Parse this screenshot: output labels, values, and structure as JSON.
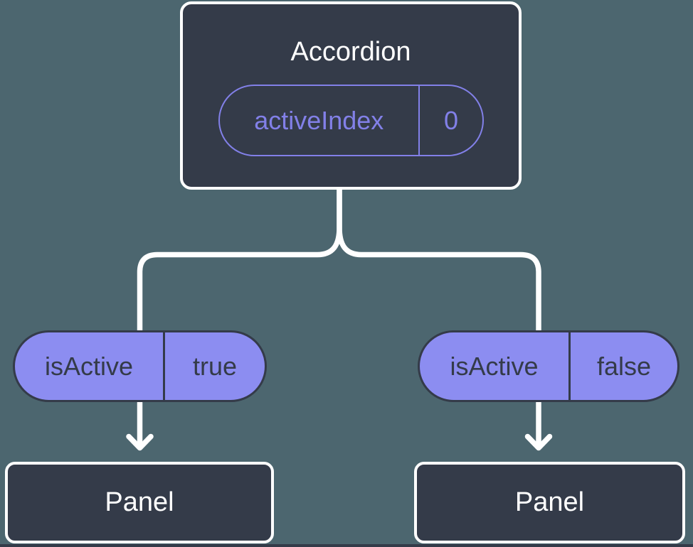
{
  "colors": {
    "background": "#4C666F",
    "node_fill": "#343B49",
    "node_border": "#FFFFFF",
    "pill_fill": "#8C8DF1",
    "pill_outline": "#8280E8",
    "pill_text_dark": "#343B49",
    "connector": "#FFFFFF",
    "title_text": "#FFFFFF"
  },
  "tree": {
    "root": {
      "label": "Accordion",
      "state": {
        "key": "activeIndex",
        "value": "0"
      }
    },
    "children": [
      {
        "state": {
          "key": "isActive",
          "value": "true"
        },
        "node": {
          "label": "Panel"
        }
      },
      {
        "state": {
          "key": "isActive",
          "value": "false"
        },
        "node": {
          "label": "Panel"
        }
      }
    ]
  }
}
